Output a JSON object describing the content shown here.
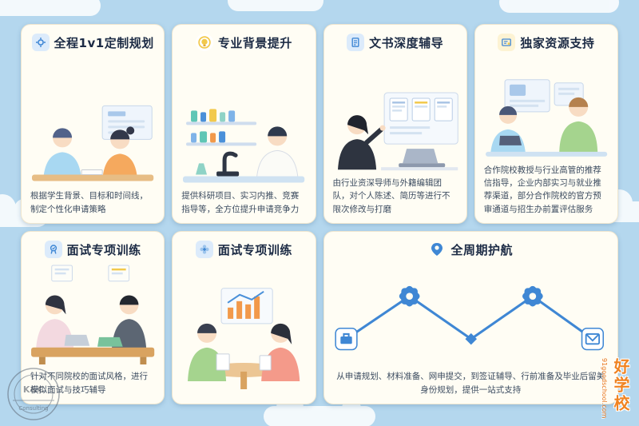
{
  "colors": {
    "background_blue": "#b4d7ee",
    "card_background": "#fffdf4",
    "accent_blue": "#3f87d4",
    "title_navy": "#1c2b45",
    "accent_yellow": "#f2c94c",
    "watermark_orange": "#f08321"
  },
  "cards": [
    {
      "title": "全程1v1定制规划",
      "icon": "head-gear-icon",
      "description": "根据学生背景、目标和时间线，制定个性化申请策略"
    },
    {
      "title": "专业背景提升",
      "icon": "bulb-icon",
      "description": "提供科研项目、实习内推、竞赛指导等，全方位提升申请竞争力"
    },
    {
      "title": "文书深度辅导",
      "icon": "document-person-icon",
      "description": "由行业资深导师与外籍编辑团队，对个人陈述、简历等进行不限次修改与打磨"
    },
    {
      "title": "独家资源支持",
      "icon": "certificate-icon",
      "description": "合作院校教授与行业高管的推荐信指导，企业内部实习与就业推荐渠道，部分合作院校的官方预审通道与招生办前置评估服务"
    },
    {
      "title": "面试专项训练",
      "icon": "medal-icon",
      "description": "针对不同院校的面试风格，进行模拟面试与技巧辅导"
    },
    {
      "title": "面试专项训练",
      "icon": "flower-icon",
      "description": ""
    },
    {
      "title": "全周期护航",
      "icon": "location-pin-icon",
      "description": "从申请规划、材料准备、网申提交，到签证辅导、行前准备及毕业后留美身份规划，提供一站式支持"
    }
  ],
  "timeline_icons": [
    "briefcase-icon",
    "gear-icon",
    "diamond-marker",
    "gear-icon",
    "envelope-icon"
  ],
  "watermarks": {
    "logo_line1": "K&C",
    "logo_line2": "Consulting",
    "site_name": "好学校",
    "site_url": "91goodschool.com"
  }
}
